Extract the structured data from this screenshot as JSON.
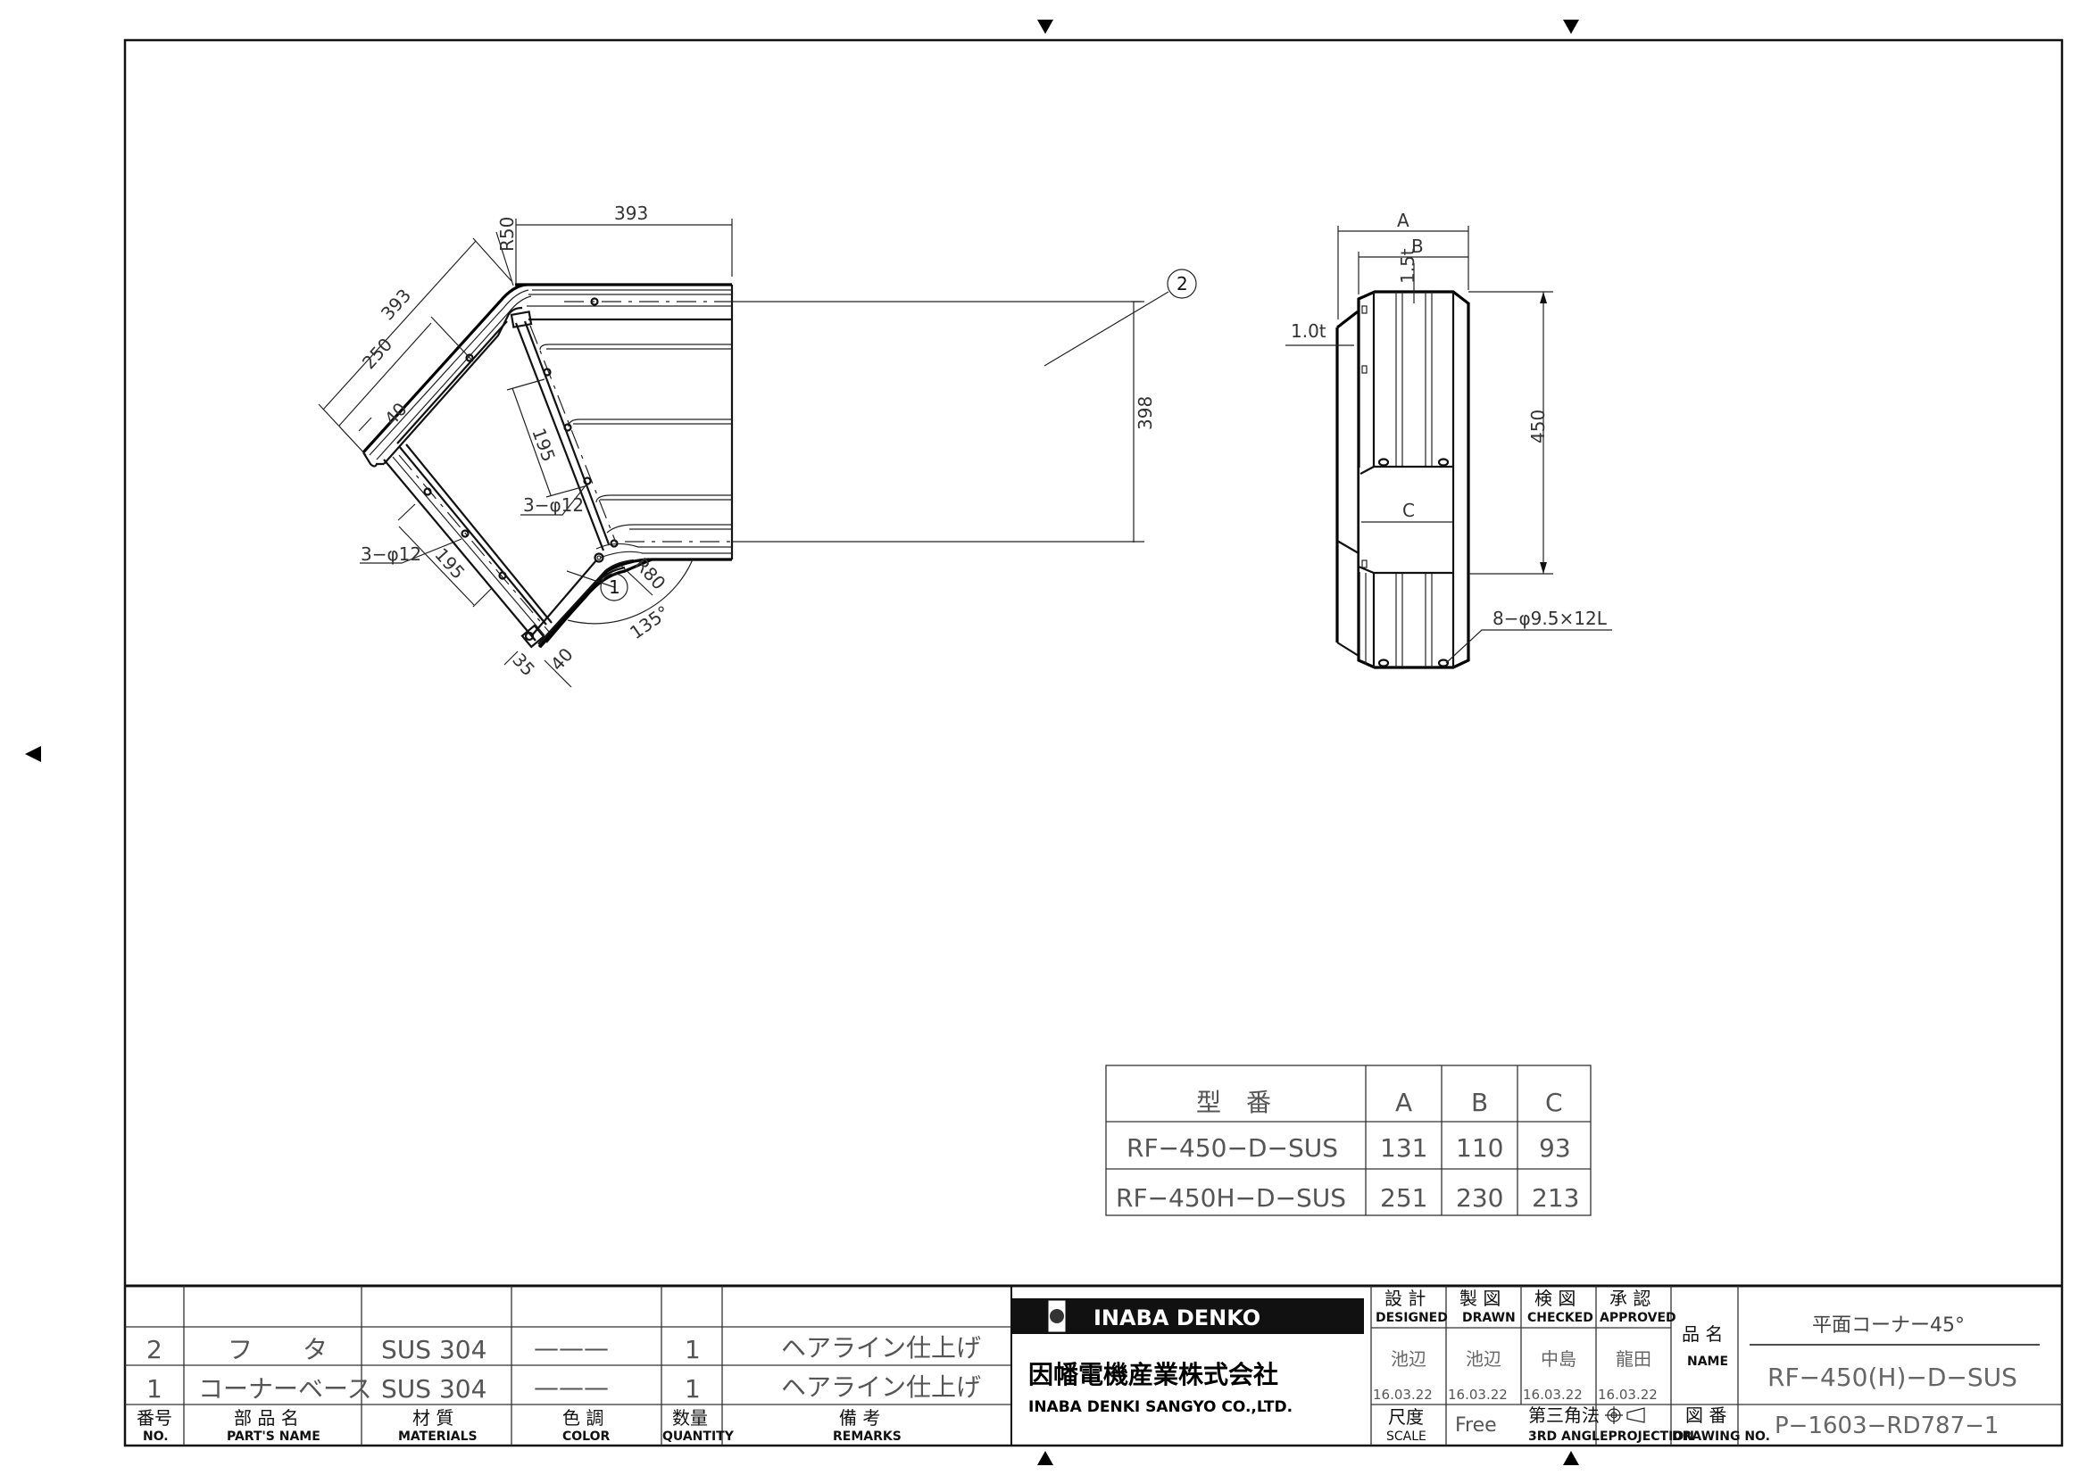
{
  "plan_view": {
    "dim_top_width": "393",
    "dim_radius_outer": "R50",
    "dim_arm_length": "393",
    "dim_arm_250": "250",
    "dim_arm_40_top": "40",
    "dim_height": "398",
    "dim_inner_195": "195",
    "dim_holes_inner": "3−φ12",
    "dim_holes_outer": "3−φ12",
    "dim_outer_195": "195",
    "dim_radius_inner": "R80",
    "dim_angle": "135°",
    "dim_35": "35",
    "dim_40_bottom": "40",
    "balloon_1": "1",
    "balloon_2": "2"
  },
  "side_view": {
    "dim_a": "A",
    "dim_b": "B",
    "dim_thickness_top": "1.5t",
    "dim_thickness_side": "1.0t",
    "dim_height": "450",
    "dim_c": "C",
    "holes_note": "8−φ9.5×12L"
  },
  "model_table": {
    "headers": [
      "型　番",
      "A",
      "B",
      "C"
    ],
    "rows": [
      [
        "RF−450−D−SUS",
        "131",
        "110",
        "93"
      ],
      [
        "RF−450H−D−SUS",
        "251",
        "230",
        "213"
      ]
    ]
  },
  "parts_list": {
    "rows": [
      [
        "2",
        "フ　　タ",
        "SUS 304",
        "———",
        "1",
        "ヘアライン仕上げ"
      ],
      [
        "1",
        "コーナーベース",
        "SUS 304",
        "———",
        "1",
        "ヘアライン仕上げ"
      ]
    ],
    "headers_jp": [
      "番号",
      "部 品 名",
      "材 質",
      "色 調",
      "数量",
      "備 考"
    ],
    "headers_en": [
      "NO.",
      "PART'S NAME",
      "MATERIALS",
      "COLOR",
      "QUANTITY",
      "REMARKS"
    ]
  },
  "company": {
    "logo_text": "INABA DENKO",
    "name_jp": "因幡電機産業株式会社",
    "name_en": "INABA DENKI SANGYO CO.,LTD."
  },
  "title_block": {
    "sign_headers_jp": [
      "設 計",
      "製 図",
      "検 図",
      "承 認"
    ],
    "sign_headers_en": [
      "DESIGNED",
      "DRAWN",
      "CHECKED",
      "APPROVED"
    ],
    "sign_names": [
      "池辺",
      "池辺",
      "中島",
      "龍田"
    ],
    "sign_dates": [
      "16.03.22",
      "16.03.22",
      "16.03.22",
      "16.03.22"
    ],
    "name_label_jp": "品 名",
    "name_label_en": "NAME",
    "product_name": "平面コーナー45°",
    "product_model": "RF−450(H)−D−SUS",
    "scale_label_jp": "尺度",
    "scale_label_en": "SCALE",
    "scale_value": "Free",
    "projection_jp": "第三角法",
    "projection_en": "3RD ANGLEPROJECTION",
    "drawing_no_label_jp": "図 番",
    "drawing_no_label_en": "DRAWING NO.",
    "drawing_no": "P−1603−RD787−1"
  }
}
